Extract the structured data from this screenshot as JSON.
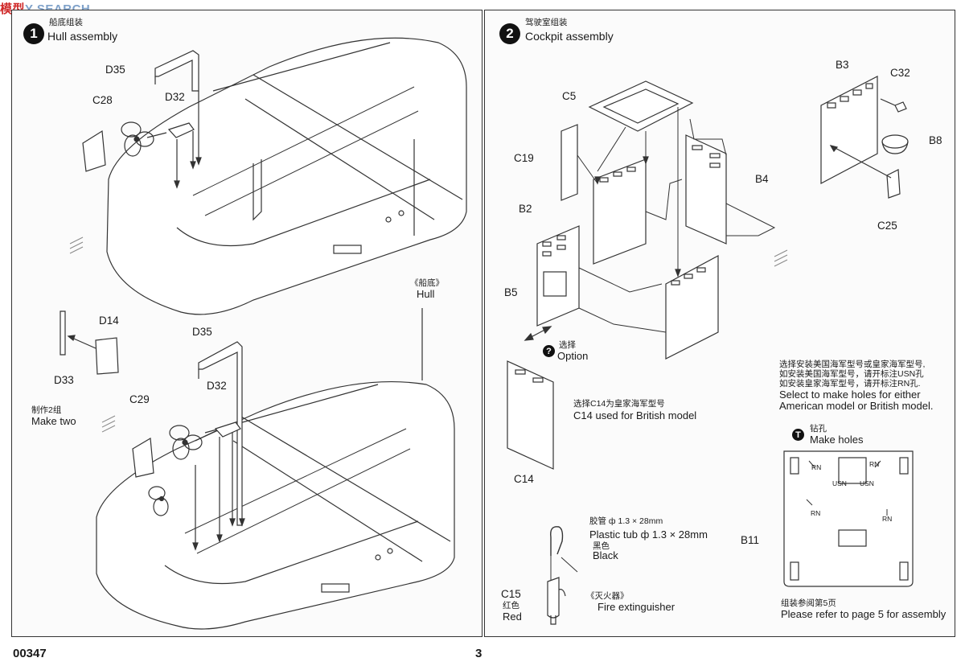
{
  "watermark": {
    "part1": "模型",
    "part2": "Y SEARCH"
  },
  "step1": {
    "number": "1",
    "title_cn": "船底组装",
    "title_en": "Hull assembly"
  },
  "step2": {
    "number": "2",
    "title_cn": "驾驶室组装",
    "title_en": "Cockpit assembly"
  },
  "left_parts": {
    "d35_top": "D35",
    "c28": "C28",
    "d32_top": "D32",
    "d14": "D14",
    "d33": "D33",
    "d35_bottom": "D35",
    "c29": "C29",
    "d32_bottom": "D32"
  },
  "hull_label": {
    "cn": "《船底》",
    "en": "Hull"
  },
  "make_two": {
    "cn": "制作2组",
    "en": "Make two"
  },
  "cockpit_parts": {
    "c5": "C5",
    "c19": "C19",
    "b2": "B2",
    "b5": "B5",
    "b4": "B4",
    "b3": "B3",
    "c32": "C32",
    "b8": "B8",
    "c25": "C25",
    "c14": "C14",
    "c15": "C15",
    "b11": "B11"
  },
  "option": {
    "mark": "?",
    "cn": "选择",
    "en": "Option"
  },
  "c14_note": {
    "cn": "选择C14为皇家海军型号",
    "en": "C14 used for British model"
  },
  "holes_note": {
    "cn1": "选择安装美国海军型号或皇家海军型号,",
    "cn2": "如安装美国海军型号，请开标注USN孔",
    "cn3": "如安装皇家海军型号，请开标注RN孔.",
    "en1": "Select to make holes for either",
    "en2": "American model or British model."
  },
  "make_holes": {
    "mark": "T",
    "cn": "钻孔",
    "en": "Make holes"
  },
  "hole_marks": {
    "rn1": "RN",
    "rn2": "RN",
    "rn3": "RN",
    "rn4": "RN",
    "usn1": "USN",
    "usn2": "USN"
  },
  "tube": {
    "cn": "胶管 ф 1.3 × 28mm",
    "en": "Plastic tub ф 1.3 × 28mm",
    "color_cn": "黑色",
    "color_en": "Black"
  },
  "c15_color": {
    "cn": "红色",
    "en": "Red"
  },
  "extinguisher": {
    "cn": "《灭火器》",
    "en": "Fire extinguisher"
  },
  "page5_note": {
    "cn": "组装参阅第5页",
    "en": "Please refer to page 5 for assembly"
  },
  "footer": {
    "code": "00347",
    "page": "3"
  }
}
